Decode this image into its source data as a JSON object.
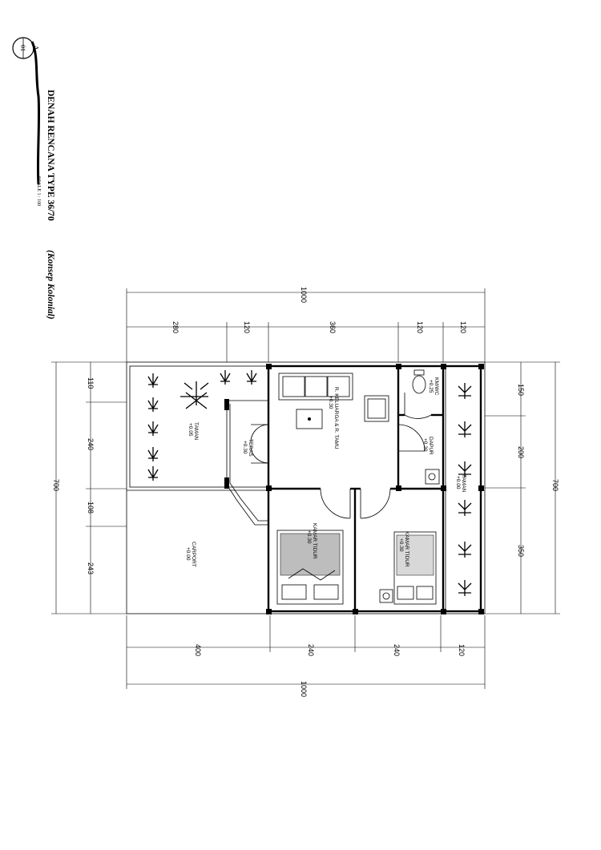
{
  "title": {
    "main": "DENAH RENCANA TYPE 36/70",
    "concept": "(Konsep Kolonial)",
    "scale": "SCALE 1 : 100"
  },
  "marker": {
    "letter": "A",
    "sheet": "01"
  },
  "dimensions": {
    "top_total": "1000",
    "top_segments": [
      "280",
      "120",
      "360",
      "120",
      "120"
    ],
    "bottom_segments": [
      "400",
      "240",
      "240",
      "120"
    ],
    "bottom_total": "1000",
    "left_segments": [
      "110",
      "240",
      "108",
      "243"
    ],
    "left_total": "700",
    "right_segments": [
      "150",
      "200",
      "350"
    ],
    "right_total": "700"
  },
  "rooms": {
    "taman_front": {
      "name": "TAMAN",
      "level": "+0.05"
    },
    "teras": {
      "name": "TERAS",
      "level": "+0.30"
    },
    "keluarga": {
      "name": "R. KELUARGA & R. TAMU",
      "level": "+0.30"
    },
    "kmwc": {
      "name": "KM/WC",
      "level": "+0.25"
    },
    "dapur": {
      "name": "DAPUR",
      "level": "+0.30"
    },
    "taman_side": {
      "name": "TAMAN",
      "level": "+0.00"
    },
    "carport": {
      "name": "CARPORT",
      "level": "+0.00"
    },
    "kamar1": {
      "name": "KAMAR TIDUR",
      "level": "+0.30"
    },
    "kamar2": {
      "name": "KAMAR TIDUR",
      "level": "+0.30"
    }
  }
}
